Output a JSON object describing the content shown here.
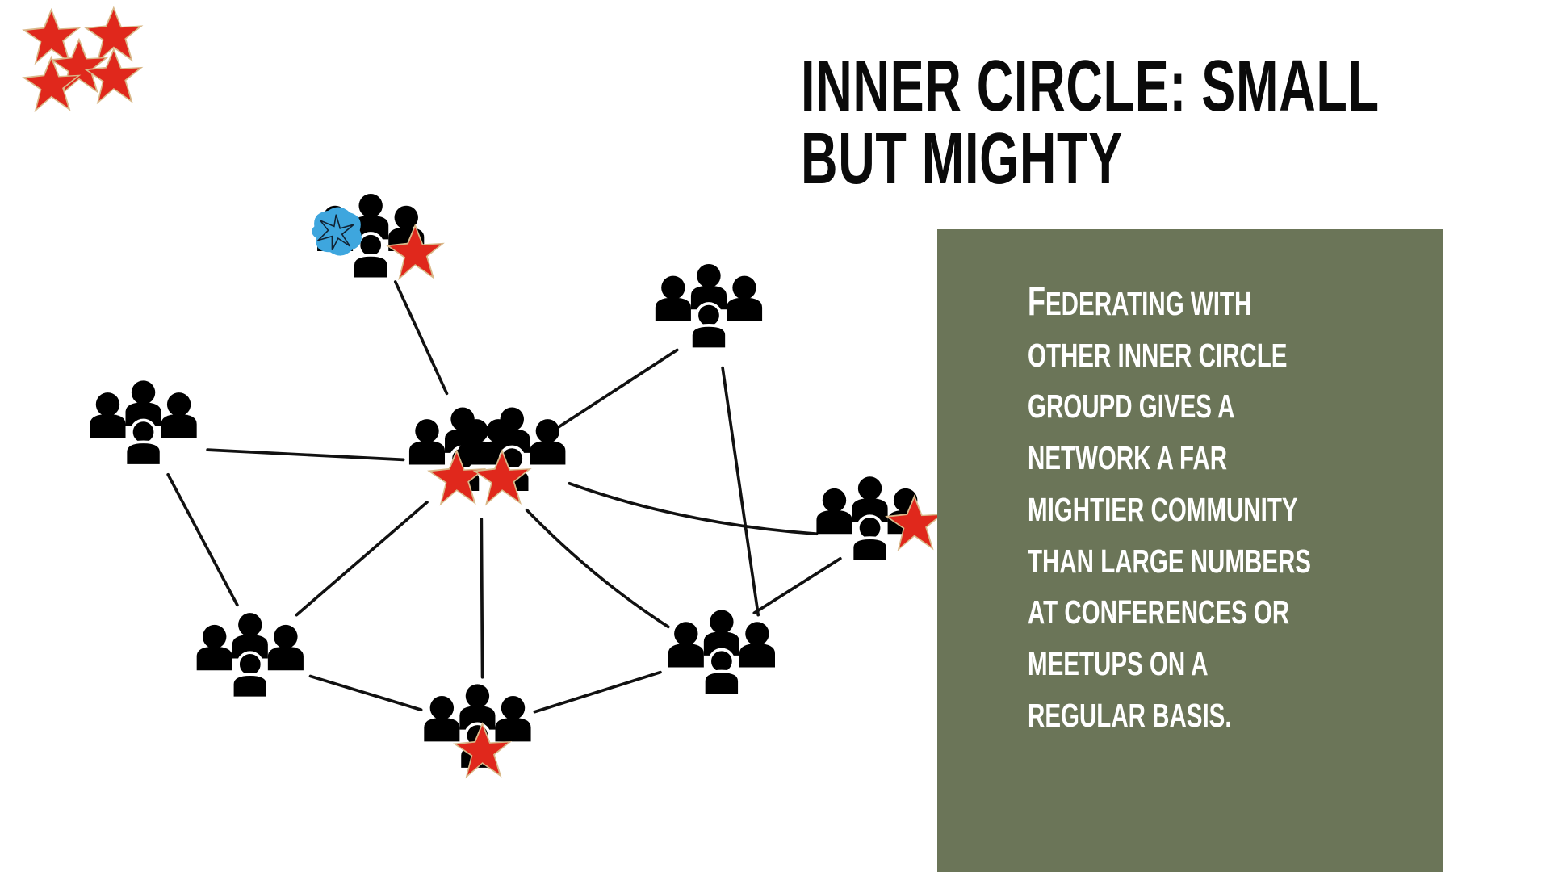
{
  "title": {
    "lines": [
      "INNER CIRCLE: SMALL",
      "BUT MIGHTY"
    ]
  },
  "panel": {
    "lines": [
      "Federating with",
      "other inner circle",
      "groupd gives a",
      "network a far",
      "mightier community",
      "than large numbers",
      "at conferences or",
      "meetups on a",
      "regular basis."
    ],
    "background": "#6b7558"
  },
  "icons": {
    "group": "people-group-icon",
    "star": "red-star-sticker-icon",
    "badge": "blue-starburst-badge-icon"
  },
  "colors": {
    "star_fill": "#e0281c",
    "star_edge": "#d9b98a",
    "badge": "#3ea6de",
    "ink": "#000000"
  }
}
